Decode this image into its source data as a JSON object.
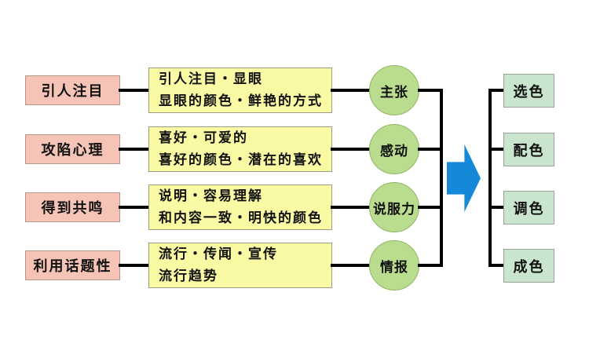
{
  "diagram": {
    "title": "color-selection-flow",
    "rows": [
      {
        "source": "引人注目",
        "detail_line1": "引人注目・显眼",
        "detail_line2": "显眼的颜色・鲜艳的方式",
        "node": "主张"
      },
      {
        "source": "攻陷心理",
        "detail_line1": "喜好・可爱的",
        "detail_line2": "喜好的颜色・潜在的喜欢",
        "node": "感动"
      },
      {
        "source": "得到共鸣",
        "detail_line1": "说明・容易理解",
        "detail_line2": "和内容一致・明快的颜色",
        "node": "说服力"
      },
      {
        "source": "利用话题性",
        "detail_line1": "流行・传闻・宣传",
        "detail_line2": "流行趋势",
        "node": "情报"
      }
    ],
    "outputs": [
      {
        "label": "选色"
      },
      {
        "label": "配色"
      },
      {
        "label": "调色"
      },
      {
        "label": "成色"
      }
    ],
    "arrow_icon": "right-block-arrow",
    "colors": {
      "source_fill": "#f5c4b6",
      "detail_fill": "#fafaa5",
      "node_fill": "#b9dc8e",
      "output_fill": "#c9e5cd",
      "arrow_blue": "#1588d8",
      "connector": "#000000"
    }
  }
}
